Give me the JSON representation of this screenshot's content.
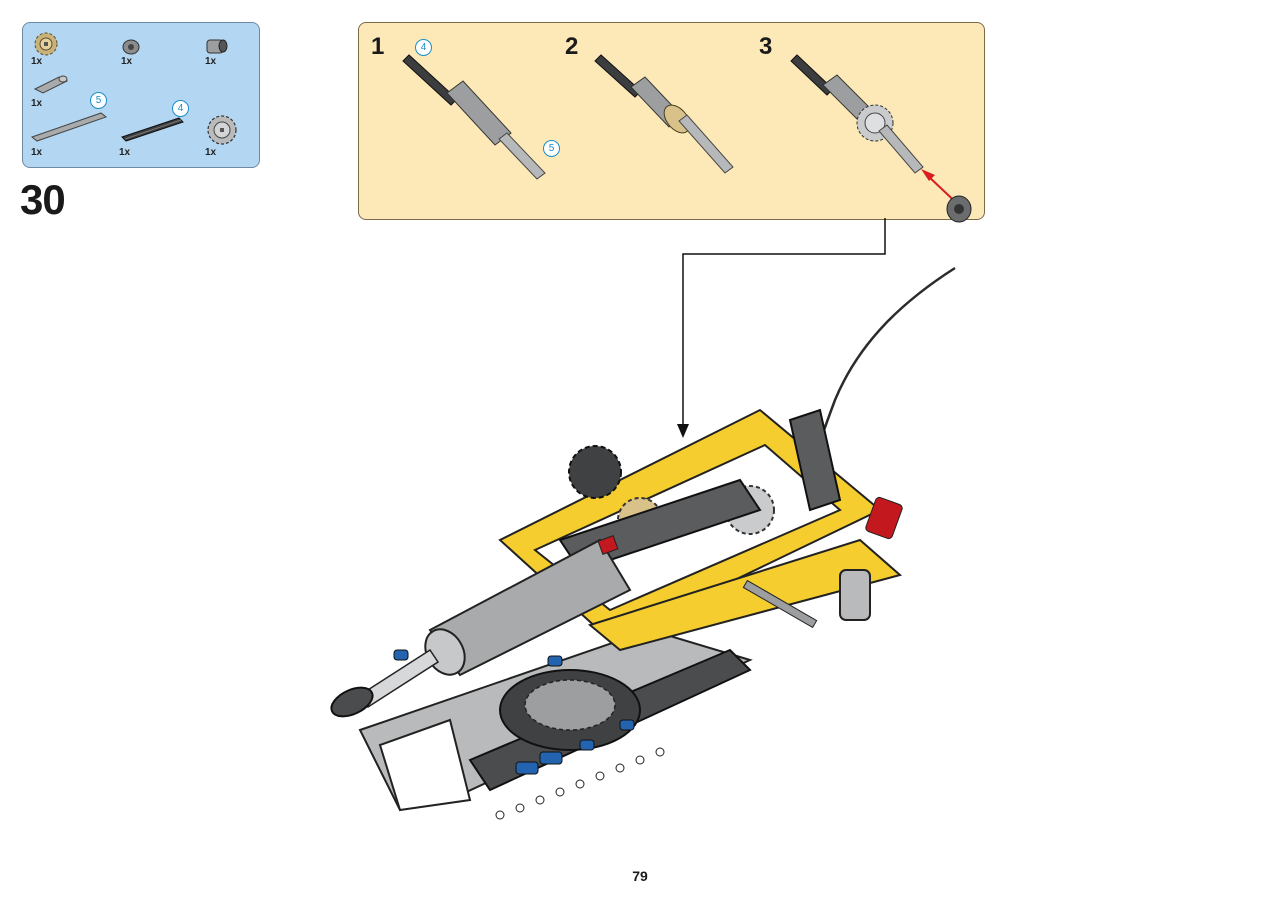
{
  "page": {
    "number": "79"
  },
  "step": {
    "number": "30"
  },
  "parts_list": {
    "items": [
      {
        "qty": "1x",
        "icon": "tan-gear-icon"
      },
      {
        "qty": "1x",
        "icon": "bush-icon"
      },
      {
        "qty": "1x",
        "icon": "connector-icon"
      },
      {
        "qty": "1x",
        "icon": "axle-joiner-icon"
      },
      {
        "qty": "1x",
        "icon": "axle-5-icon",
        "callout": "5"
      },
      {
        "qty": "1x",
        "icon": "axle-4-icon",
        "callout": "4"
      },
      {
        "qty": "1x",
        "icon": "gear-12-icon"
      }
    ]
  },
  "sub_steps": {
    "s1": {
      "number": "1",
      "callout_a": "4",
      "callout_b": "5"
    },
    "s2": {
      "number": "2"
    },
    "s3": {
      "number": "3"
    }
  },
  "colors": {
    "parts_bg": "#b3d6f2",
    "substep_bg": "#fde8b8",
    "lego_yellow": "#f5cd2f",
    "lego_red": "#c4181f",
    "lego_blue": "#2463b0",
    "dark_gray": "#4a4c4e",
    "light_gray": "#9c9e9f"
  }
}
